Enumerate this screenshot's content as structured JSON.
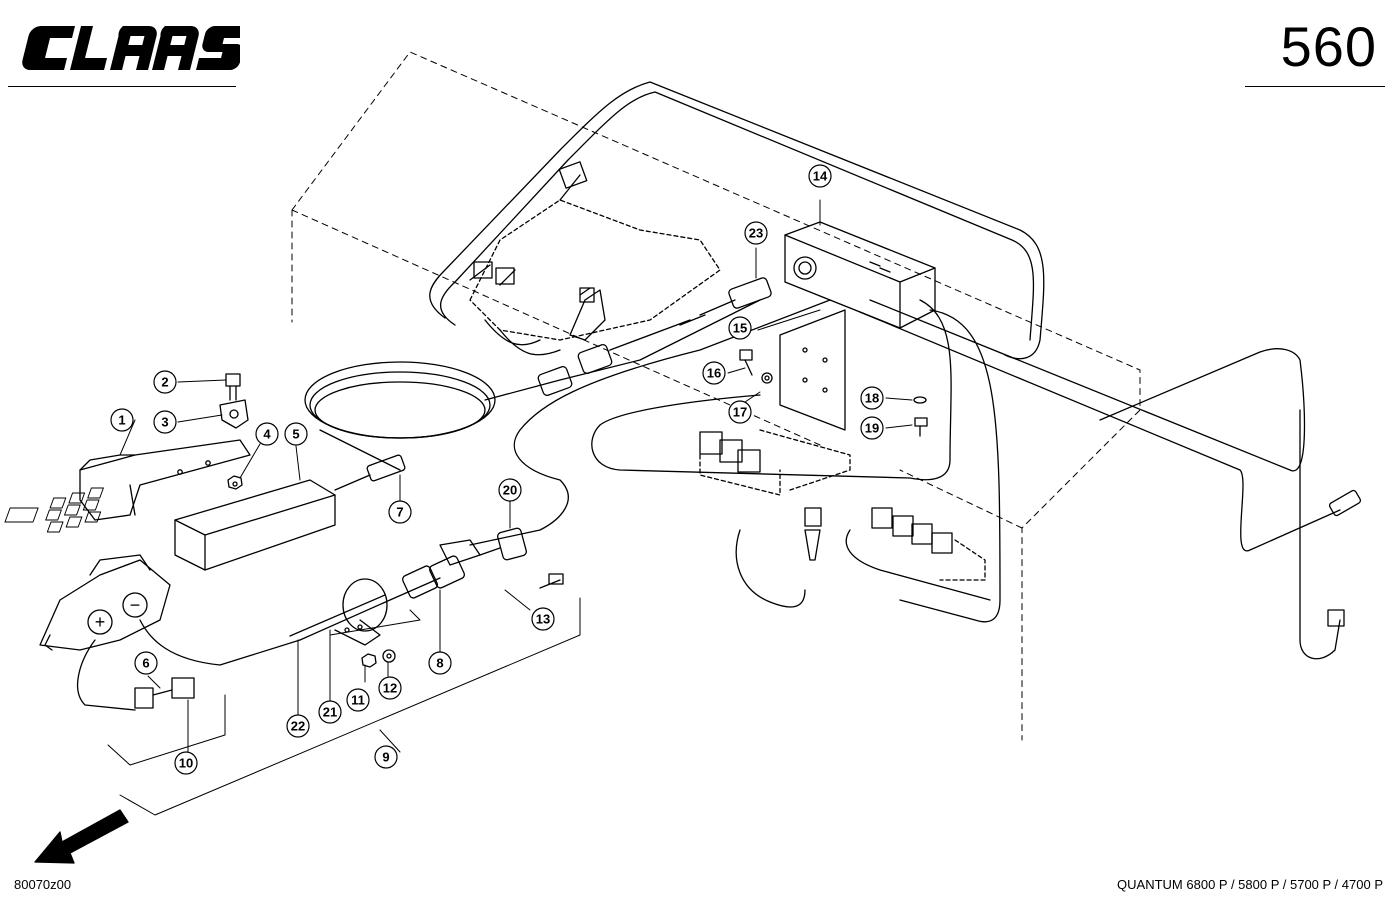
{
  "header": {
    "logo_text": "CLAAS",
    "page_number": "560"
  },
  "footer": {
    "drawing_id": "80070z00",
    "model_line": "QUANTUM 6800 P / 5800 P / 5700 P / 4700 P"
  },
  "callouts": [
    "1",
    "2",
    "3",
    "4",
    "5",
    "6",
    "7",
    "8",
    "9",
    "10",
    "11",
    "12",
    "13",
    "14",
    "15",
    "16",
    "17",
    "18",
    "19",
    "20",
    "21",
    "22",
    "23"
  ],
  "symbols": {
    "plus": "+",
    "minus": "−"
  },
  "colors": {
    "ink": "#000000",
    "paper": "#ffffff"
  }
}
